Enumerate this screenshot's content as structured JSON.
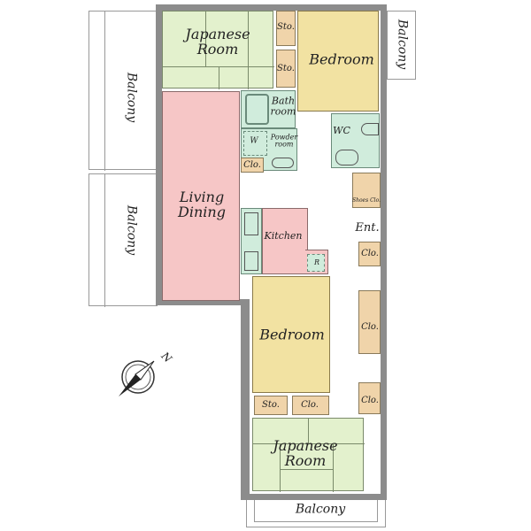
{
  "rooms": {
    "japanese_room_1": "Japanese\nRoom",
    "japanese_room_1_l1": "Japanese",
    "japanese_room_1_l2": "Room",
    "storage_1": "Sto.",
    "storage_2": "Sto.",
    "bedroom_1": "Bedroom",
    "balcony_top_right": "Balcony",
    "balcony_left_1": "Balcony",
    "balcony_left_2": "Balcony",
    "bath_l1": "Bath",
    "bath_l2": "room",
    "wc": "WC",
    "washer": "W",
    "powder_l1": "Powder",
    "powder_l2": "room",
    "closet_1": "Clo.",
    "living_l1": "Living",
    "living_l2": "Dining",
    "kitchen": "Kitchen",
    "fridge": "R",
    "shoes_closet": "Shoes Clo.",
    "entrance": "Ent.",
    "closet_2": "Clo.",
    "closet_3": "Clo.",
    "closet_4": "Clo.",
    "bedroom_2": "Bedroom",
    "storage_3": "Sto.",
    "closet_5": "Clo.",
    "japanese_room_2_l1": "Japanese",
    "japanese_room_2_l2": "Room",
    "balcony_bottom": "Balcony"
  },
  "compass": {
    "label": "N"
  },
  "colors": {
    "tatami": "#e3f1cd",
    "bedroom": "#f2e2a2",
    "living": "#f6c6c6",
    "wet": "#d0ecdc",
    "storage": "#f0d4aa",
    "wall": "#8c8c8c"
  }
}
